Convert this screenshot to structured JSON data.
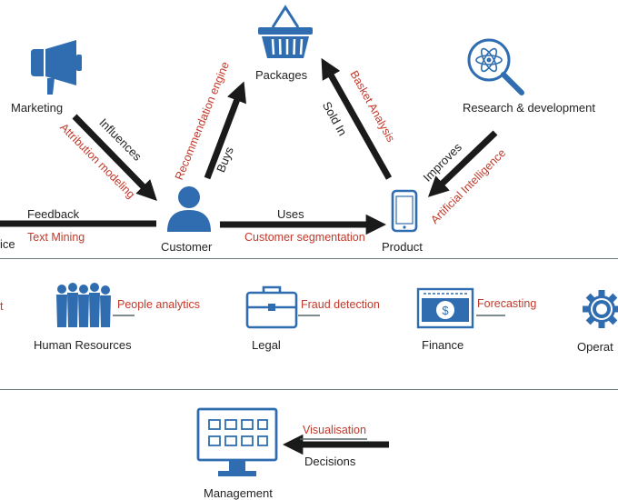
{
  "colors": {
    "icon_blue": "#2f6db0",
    "arrow_black": "#1a1a1a",
    "label_red": "#c0392b",
    "separator": "#6a7a7d"
  },
  "nodes": {
    "marketing": "Marketing",
    "packages": "Packages",
    "research": "Research & development",
    "customer": "Customer",
    "product": "Product",
    "service_partial": "ice"
  },
  "edges": {
    "influences": "Influences",
    "attribution": "Attribution modeling",
    "recommendation": "Recommendation engine",
    "buys": "Buys",
    "basket": "Basket Analysis",
    "sold_in": "Sold In",
    "improves": "Improves",
    "ai": "Artificial Intelligence",
    "feedback": "Feedback",
    "text_mining": "Text Mining",
    "uses": "Uses",
    "segmentation": "Customer segmentation"
  },
  "departments": {
    "left_partial_label": "t",
    "hr": {
      "name": "Human Resources",
      "analytics": "People analytics"
    },
    "legal": {
      "name": "Legal",
      "analytics": "Fraud detection"
    },
    "finance": {
      "name": "Finance",
      "analytics": "Forecasting"
    },
    "operations_partial": "Operat"
  },
  "management": {
    "name": "Management",
    "visualisation": "Visualisation",
    "decisions": "Decisions"
  },
  "icons": [
    "megaphone-icon",
    "basket-icon",
    "atom-magnifier-icon",
    "person-icon",
    "smartphone-icon",
    "people-group-icon",
    "briefcase-icon",
    "money-icon",
    "gear-icon",
    "monitor-dashboard-icon"
  ]
}
